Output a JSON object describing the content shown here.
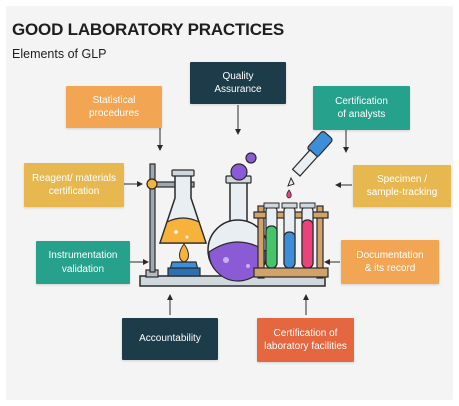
{
  "header": {
    "title": "GOOD LABORATORY PRACTICES",
    "subtitle": "Elements of GLP"
  },
  "elements": {
    "quality_assurance": "Quality\nAssurance",
    "statistical_procedures": "Statistical\nprocedures",
    "certification_of_analysts": "Certification\nof analysts",
    "reagent_certification": "Reagent/ materials\ncertification",
    "specimen_tracking": "Specimen /\nsample-tracking",
    "instrumentation_validation": "Instrumentation\nvalidation",
    "documentation_record": "Documentation\n& its record",
    "accountability": "Accountability",
    "certification_facilities": "Certification of\nlaboratory facilities"
  },
  "colors": {
    "navy": "#1c3c49",
    "orange": "#f2a552",
    "teal": "#26a18c",
    "gold": "#e7b84f",
    "red": "#e4673f",
    "flask_liquid": "#8b5bd6",
    "beaker_liquid": "#f6b23a",
    "tube_green": "#46c46a",
    "tube_blue": "#3d8ed8",
    "tube_pink": "#e8437a"
  },
  "icons": [
    "arrow-icon",
    "flask-icon",
    "beaker-icon",
    "burner-icon",
    "test-tube-rack-icon",
    "dropper-icon",
    "stand-icon"
  ]
}
